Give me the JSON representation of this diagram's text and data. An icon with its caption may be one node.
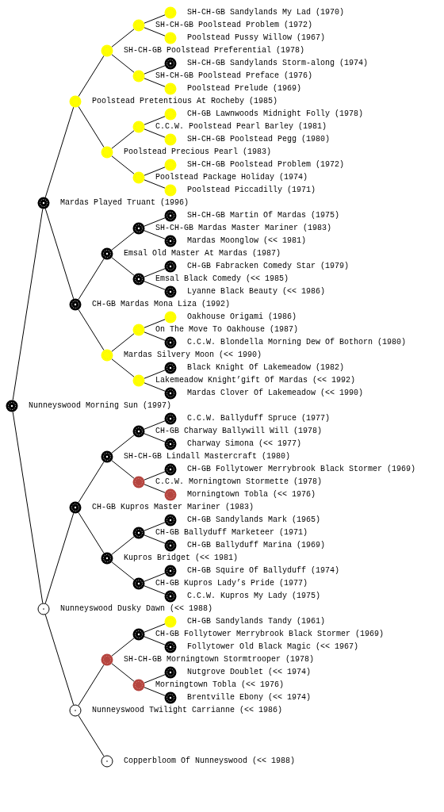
{
  "diagram": {
    "nodes": [
      {
        "text": [
          "SH-CH-GB Sandylands My Lad (1970)"
        ]
      },
      {
        "text": [
          "SH-CH-GB Poolstead Problem (1972)"
        ]
      },
      {
        "text": [
          "Poolstead Pussy Willow (1967)"
        ]
      },
      {
        "text": [
          "SH-CH-GB Poolstead Preferential (1978)"
        ]
      },
      {
        "text": [
          "SH-CH-GB Sandylands Storm-along (1974)"
        ]
      },
      {
        "text": [
          "SH-CH-GB Poolstead Preface (1976)"
        ]
      },
      {
        "text": [
          "Poolstead Prelude (1969)"
        ]
      },
      {
        "text": [
          "Poolstead Pretentious At Rocheby (1985)"
        ]
      },
      {
        "text": [
          "CH-GB Lawnwoods Midnight Folly (1978)"
        ]
      },
      {
        "text": [
          "C.C.W. Poolstead Pearl Barley (1981)"
        ]
      },
      {
        "text": [
          "SH-CH-GB Poolstead Pegg (1980)"
        ]
      },
      {
        "text": [
          "Poolstead Precious Pearl (1983)"
        ]
      },
      {
        "text": [
          "SH-CH-GB Poolstead Problem (1972)"
        ]
      },
      {
        "text": [
          "Poolstead Package Holiday (1974)"
        ]
      },
      {
        "text": [
          "Poolstead Piccadilly (1971)"
        ]
      },
      {
        "text": [
          "Mardas Played Truant (1996)"
        ]
      },
      {
        "text": [
          "SH-CH-GB Martin Of Mardas (1975)"
        ]
      },
      {
        "text": [
          "SH-CH-GB Mardas Master Mariner (1983)"
        ]
      },
      {
        "text": [
          "Mardas Moonglow (<< 1981)"
        ]
      },
      {
        "text": [
          "Emsal Old Master At Mardas (1987)"
        ]
      },
      {
        "text": [
          "CH-GB Fabracken Comedy Star (1979)"
        ]
      },
      {
        "text": [
          "Emsal Black Comedy (<< 1985)"
        ]
      },
      {
        "text": [
          "Lyanne Black Beauty (<< 1986)"
        ]
      },
      {
        "text": [
          "CH-GB Mardas Mona Liza (1992)"
        ]
      },
      {
        "text": [
          "Oakhouse Origami (1986)"
        ]
      },
      {
        "text": [
          "On The Move To Oakhouse (1987)"
        ]
      },
      {
        "text": [
          "C.C.W. Blondella Morning Dew Of Bothorn (1980)"
        ]
      },
      {
        "text": [
          "Mardas Silvery Moon (<< 1990)"
        ]
      },
      {
        "text": [
          "Black Knight Of Lakemeadow (1982)"
        ]
      },
      {
        "text": [
          "Lakemeadow Knight’gift Of Mardas (<< 1992)"
        ]
      },
      {
        "text": [
          "Mardas Clover Of Lakemeadow (<< 1990)"
        ]
      },
      {
        "text": [
          "Nunneyswood Morning Sun (1997)"
        ]
      },
      {
        "text": [
          "C.C.W. Ballyduff Spruce (1977)"
        ]
      },
      {
        "text": [
          "CH-GB Charway Ballywill Will (1978)"
        ]
      },
      {
        "text": [
          "Charway Simona (<< 1977)"
        ]
      },
      {
        "text": [
          "SH-CH-GB Lindall Mastercraft (1980)"
        ]
      },
      {
        "text": [
          "CH-GB Follytower Merrybrook Black Stormer (1969)"
        ]
      },
      {
        "text": [
          "C.C.W. Morningtown Stormette (1978)"
        ]
      },
      {
        "text": [
          "Morningtown Tobla (<< 1976)"
        ]
      },
      {
        "text": [
          "CH-GB Kupros Master Mariner (1983)"
        ]
      },
      {
        "text": [
          "CH-GB Sandylands Mark (1965)"
        ]
      },
      {
        "text": [
          "CH-GB Ballyduff Marketeer (1971)"
        ]
      },
      {
        "text": [
          "CH-GB Ballyduff Marina (1969)"
        ]
      },
      {
        "text": [
          "Kupros Bridget (<< 1981)"
        ]
      },
      {
        "text": [
          "CH-GB Squire Of Ballyduff (1974)"
        ]
      },
      {
        "text": [
          "CH-GB Kupros Lady’s Pride (1977)"
        ]
      },
      {
        "text": [
          "C.C.W. Kupros My Lady (1975)"
        ]
      },
      {
        "text": [
          "Nunneyswood Dusky Dawn (<< 1988)"
        ]
      },
      {
        "text": [
          "CH-GB Sandylands Tandy (1961)"
        ]
      },
      {
        "text": [
          "CH-GB Follytower Merrybrook Black Stormer (1969)"
        ]
      },
      {
        "text": [
          "Follytower Old Black Magic (<< 1967)"
        ]
      },
      {
        "text": [
          "SH-CH-GB Morningtown Stormtrooper (1978)"
        ]
      },
      {
        "text": [
          "Nutgrove Doublet (<< 1974)"
        ]
      },
      {
        "text": [
          "Morningtown Tobla (<< 1976)"
        ]
      },
      {
        "text": [
          "Brentville Ebony (<< 1974)"
        ]
      },
      {
        "text": [
          "Nunneyswood Twilight Carrianne (<< 1986)"
        ]
      },
      {
        "text": [
          "Copperbloom Of Nunneyswood (<< 1988)"
        ]
      }
    ],
    "edges": [
      {
        "from": 31,
        "to": 15,
        "arrow": "none"
      },
      {
        "from": 31,
        "to": 47,
        "arrow": "none"
      },
      {
        "from": 15,
        "to": 7,
        "arrow": "none"
      },
      {
        "from": 15,
        "to": 23,
        "arrow": "none"
      },
      {
        "from": 7,
        "to": 3,
        "arrow": "none"
      },
      {
        "from": 7,
        "to": 11,
        "arrow": "none"
      },
      {
        "from": 3,
        "to": 1,
        "arrow": "none"
      },
      {
        "from": 3,
        "to": 5,
        "arrow": "none"
      },
      {
        "from": 1,
        "to": 0,
        "arrow": "none"
      },
      {
        "from": 1,
        "to": 2,
        "arrow": "none"
      },
      {
        "from": 5,
        "to": 4,
        "arrow": "none"
      },
      {
        "from": 5,
        "to": 6,
        "arrow": "none"
      },
      {
        "from": 11,
        "to": 9,
        "arrow": "none"
      },
      {
        "from": 11,
        "to": 13,
        "arrow": "none"
      },
      {
        "from": 9,
        "to": 8,
        "arrow": "none"
      },
      {
        "from": 9,
        "to": 10,
        "arrow": "none"
      },
      {
        "from": 13,
        "to": 12,
        "arrow": "none"
      },
      {
        "from": 13,
        "to": 14,
        "arrow": "none"
      },
      {
        "from": 23,
        "to": 19,
        "arrow": "none"
      },
      {
        "from": 23,
        "to": 27,
        "arrow": "none"
      },
      {
        "from": 19,
        "to": 17,
        "arrow": "none"
      },
      {
        "from": 19,
        "to": 21,
        "arrow": "none"
      },
      {
        "from": 17,
        "to": 16,
        "arrow": "none"
      },
      {
        "from": 17,
        "to": 18,
        "arrow": "none"
      },
      {
        "from": 21,
        "to": 20,
        "arrow": "none"
      },
      {
        "from": 21,
        "to": 22,
        "arrow": "none"
      },
      {
        "from": 27,
        "to": 25,
        "arrow": "none"
      },
      {
        "from": 27,
        "to": 29,
        "arrow": "none"
      },
      {
        "from": 25,
        "to": 24,
        "arrow": "none"
      },
      {
        "from": 25,
        "to": 26,
        "arrow": "none"
      },
      {
        "from": 29,
        "to": 28,
        "arrow": "none"
      },
      {
        "from": 29,
        "to": 30,
        "arrow": "none"
      },
      {
        "from": 47,
        "to": 39,
        "arrow": "none"
      },
      {
        "from": 47,
        "to": 55,
        "arrow": "none"
      },
      {
        "from": 39,
        "to": 35,
        "arrow": "none"
      },
      {
        "from": 39,
        "to": 43,
        "arrow": "none"
      },
      {
        "from": 35,
        "to": 33,
        "arrow": "none"
      },
      {
        "from": 35,
        "to": 37,
        "arrow": "none"
      },
      {
        "from": 33,
        "to": 32,
        "arrow": "none"
      },
      {
        "from": 33,
        "to": 34,
        "arrow": "none"
      },
      {
        "from": 37,
        "to": 36,
        "arrow": "none"
      },
      {
        "from": 37,
        "to": 38,
        "arrow": "none"
      },
      {
        "from": 43,
        "to": 41,
        "arrow": "none"
      },
      {
        "from": 43,
        "to": 45,
        "arrow": "none"
      },
      {
        "from": 41,
        "to": 40,
        "arrow": "none"
      },
      {
        "from": 41,
        "to": 42,
        "arrow": "none"
      },
      {
        "from": 45,
        "to": 44,
        "arrow": "none"
      },
      {
        "from": 45,
        "to": 46,
        "arrow": "none"
      },
      {
        "from": 55,
        "to": 51,
        "arrow": "none"
      },
      {
        "from": 55,
        "to": 56,
        "arrow": "none"
      },
      {
        "from": 51,
        "to": 49,
        "arrow": "none"
      },
      {
        "from": 51,
        "to": 53,
        "arrow": "none"
      },
      {
        "from": 49,
        "to": 48,
        "arrow": "none"
      },
      {
        "from": 49,
        "to": 50,
        "arrow": "none"
      },
      {
        "from": 53,
        "to": 52,
        "arrow": "none"
      },
      {
        "from": 53,
        "to": 54,
        "arrow": "none"
      }
    ]
  }
}
